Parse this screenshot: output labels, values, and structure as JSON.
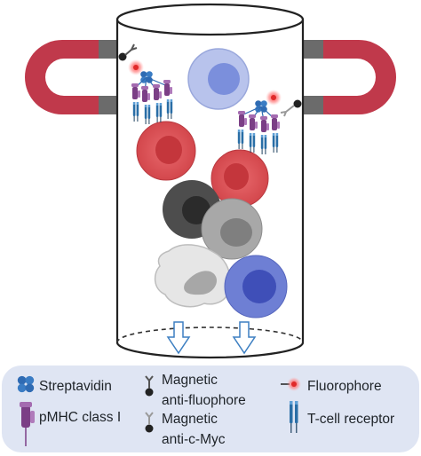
{
  "legend": {
    "streptavidin": "Streptavidin",
    "magnetic_anti_fluophore_line1": "Magnetic",
    "magnetic_anti_fluophore_line2": "anti-fluophore",
    "fluorophore": "Fluorophore",
    "pmhc_class_i": "pMHC class I",
    "magnetic_anti_cmyc_line1": "Magnetic",
    "magnetic_anti_cmyc_line2": "anti-c-Myc",
    "t_cell_receptor": "T-cell receptor"
  },
  "colors": {
    "magnet_red": "#c0394b",
    "magnet_pole": "#6b6b6b",
    "red_cell": "#d94a4f",
    "red_cell_core": "#c4363c",
    "blue_cell": "#6e7fd4",
    "blue_cell_core": "#3f4fb8",
    "pale_blue_cell": "#b8c3ec",
    "dark_cell": "#4d4d4d",
    "gray_cell": "#a8a8a8",
    "light_gray_cell": "#e6e6e6",
    "streptavidin_blue": "#2f6bb3",
    "pmhc_purple": "#7b3f86",
    "tcr_blue": "#2a6ea6",
    "fluorophore_red": "#e02a2a",
    "legend_bg": "#dfe5f3"
  }
}
